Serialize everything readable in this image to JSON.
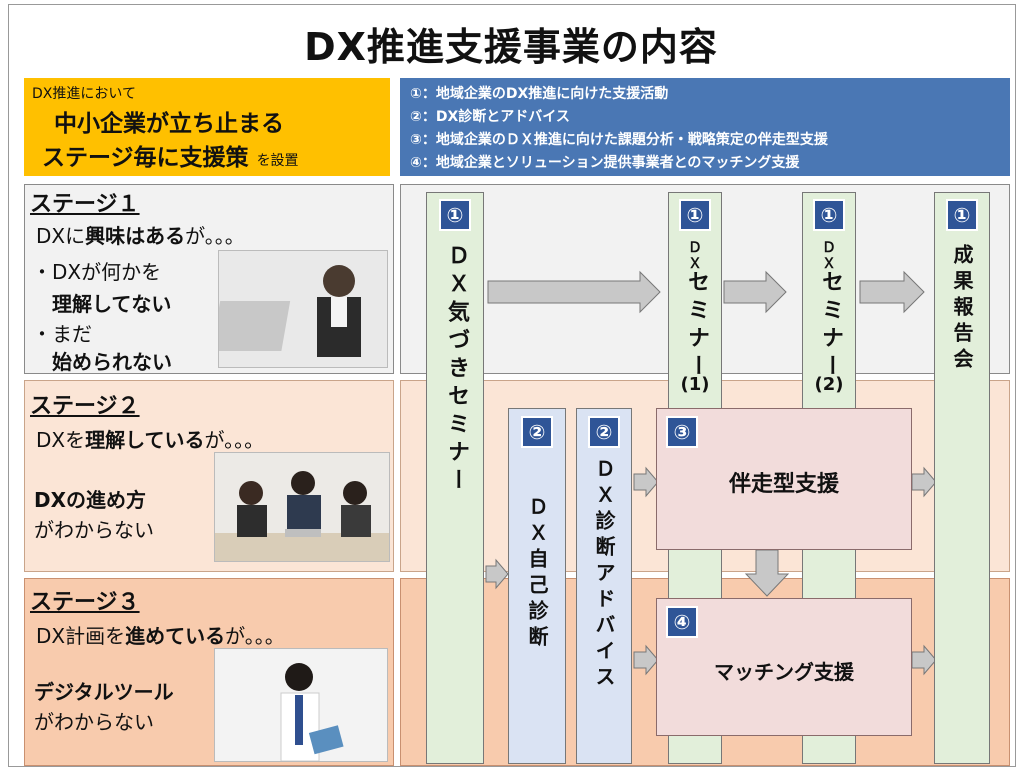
{
  "title": "DX推進支援事業の内容",
  "intro": {
    "small": "DX推進において",
    "big1": "中小企業が立ち止まる",
    "big2": "ステージ毎に支援策",
    "suffix": "を設置"
  },
  "services": [
    "①：地域企業のDX推進に向けた支援活動",
    "②：DX診断とアドバイス",
    "③：地域企業のＤＸ推進に向けた課題分析・戦略策定の伴走型支援",
    "④：地域企業とソリューション提供事業者とのマッチング支援"
  ],
  "stage1": {
    "title": "ステージ１",
    "l1a": "DXに",
    "l1b": "興味はある",
    "l1c": "が。。。",
    "l2": "・DXが何かを",
    "l3": "理解してない",
    "l4": "・まだ",
    "l5": "始められない"
  },
  "stage2": {
    "title": "ステージ２",
    "l1a": "DXを",
    "l1b": "理解している",
    "l1c": "が。。。",
    "l2": "DXの進め方",
    "l3": "がわからない"
  },
  "stage3": {
    "title": "ステージ３",
    "l1a": "DX計画を",
    "l1b": "進めている",
    "l1c": "が。。。",
    "l2": "デジタルツール",
    "l3": "がわからない"
  },
  "flow": {
    "col1": {
      "badge": "①",
      "label": "ＤＸ気づきセミナー"
    },
    "col2": {
      "badge": "①",
      "label_small": "ＤＸ",
      "label": "セミナー",
      "suffix": "(1)"
    },
    "col3": {
      "badge": "①",
      "label_small": "ＤＸ",
      "label": "セミナー",
      "suffix": "(2)"
    },
    "col4": {
      "badge": "①",
      "label": "成果報告会"
    },
    "col5": {
      "badge": "②",
      "label": "ＤＸ自己診断"
    },
    "col6": {
      "badge": "②",
      "label": "ＤＸ診断アドバイス"
    },
    "box3": {
      "badge": "③",
      "label": "伴走型支援"
    },
    "box4": {
      "badge": "④",
      "label": "マッチング支援"
    }
  },
  "colors": {
    "yellow": "#ffc000",
    "blue": "#4a77b4",
    "badge": "#2f5597",
    "green_col": "#e2efda",
    "blue_col": "#dae3f3",
    "pink_box": "#f2dcdb"
  }
}
